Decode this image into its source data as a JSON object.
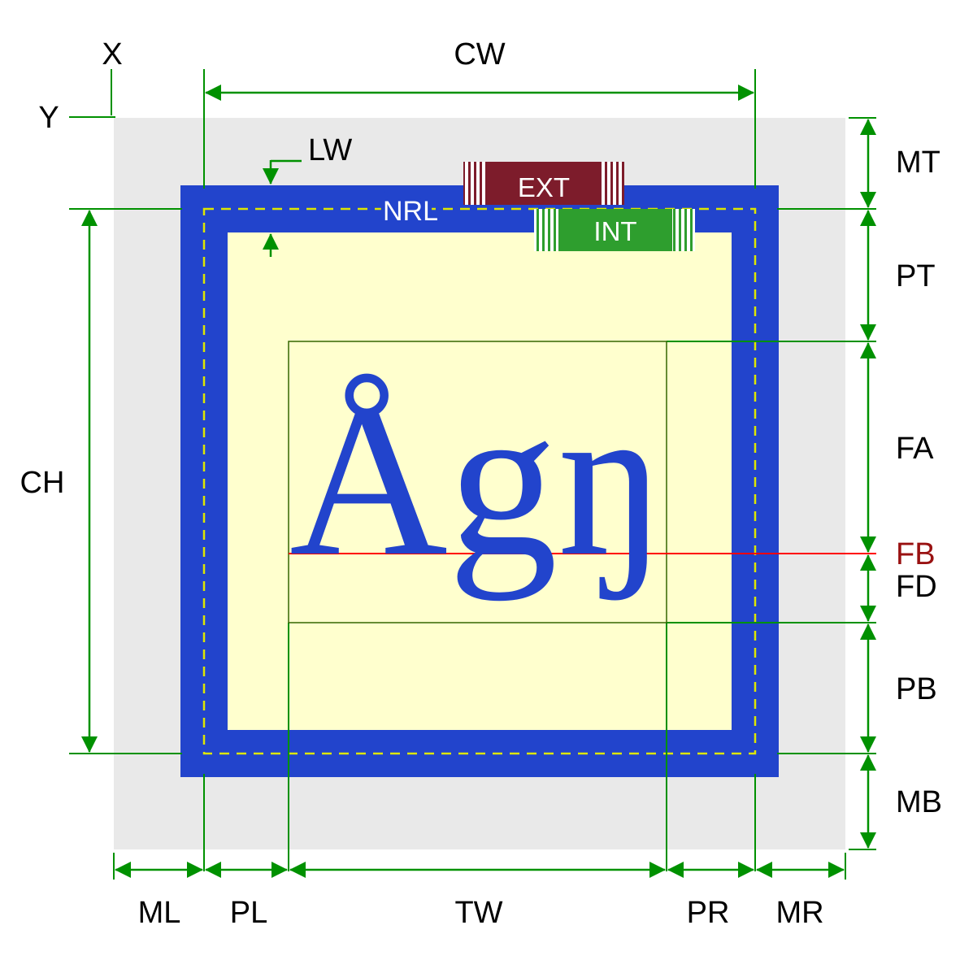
{
  "diagram": {
    "corner": {
      "x": "X",
      "y": "Y"
    },
    "dimensions": {
      "cell_width": "CW",
      "cell_height": "CH",
      "line_width": "LW",
      "margin_top": "MT",
      "padding_top": "PT",
      "font_ascent": "FA",
      "font_baseline": "FB",
      "font_descent": "FD",
      "padding_bottom": "PB",
      "margin_bottom": "MB",
      "margin_left": "ML",
      "padding_left": "PL",
      "text_width": "TW",
      "padding_right": "PR",
      "margin_right": "MR"
    },
    "rule_line": "NRL",
    "leading": {
      "external": "EXT",
      "internal": "INT"
    },
    "glyph_sample": "Ågŋ",
    "colors": {
      "margin_gray": "#e9e9e9",
      "border_blue": "#2244cc",
      "padding_cream": "#ffffce",
      "dimension_green": "#009100",
      "text_area_outline": "#336600",
      "rule_dash_yellow": "#dde600",
      "baseline_red": "#ff0000",
      "baseline_label_dark_red": "#991111",
      "external_leading_maroon": "#7d1c2b",
      "internal_leading_green": "#2e9e2e"
    }
  }
}
